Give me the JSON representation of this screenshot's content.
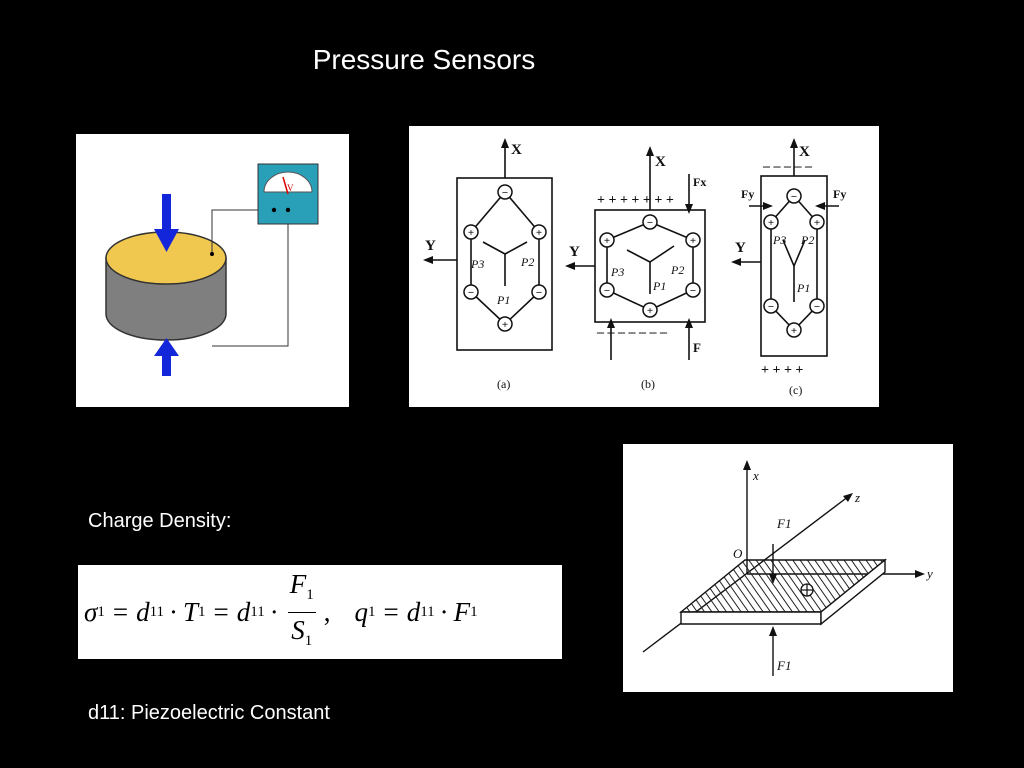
{
  "slide": {
    "title": "Pressure Sensors",
    "charge_density_label": "Charge Density:",
    "constant_label": "d11: Piezoelectric Constant"
  },
  "crystal_diagram": {
    "axis_x": "X",
    "axis_y": "Y",
    "fx": "Fx",
    "fy": "Fy",
    "f": "F",
    "p1": "P1",
    "p2": "P2",
    "p3": "P3",
    "captions": [
      "(a)",
      "(b)",
      "(c)"
    ]
  },
  "sensor_diagram": {
    "meter_label": "V"
  },
  "plate_diagram": {
    "x": "x",
    "y": "y",
    "z": "z",
    "origin": "O",
    "force": "F1"
  },
  "equation": {
    "sigma": "σ",
    "d": "d",
    "T": "T",
    "F": "F",
    "S": "S",
    "q": "q",
    "sub1": "1",
    "sub11": "11",
    "eq": "=",
    "dot": "·",
    "comma": ","
  },
  "colors": {
    "background": "#000000",
    "arrow_blue": "#1426d9",
    "disk_top": "#f0c850",
    "disk_side": "#7f7f7f",
    "meter": "#2aa0b8"
  }
}
